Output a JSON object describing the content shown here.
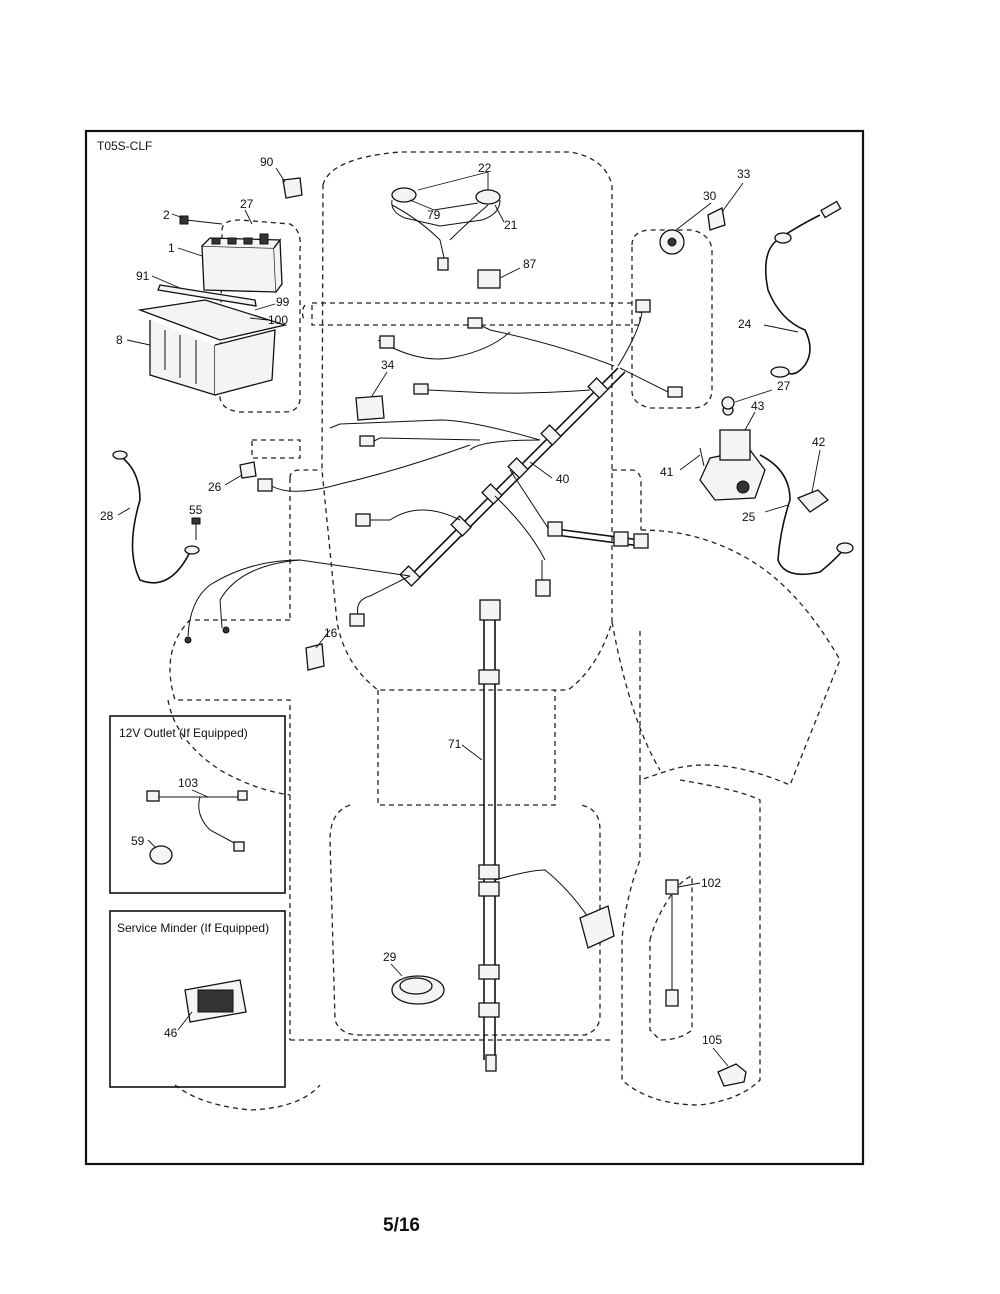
{
  "diagram_code": "T05S-CLF",
  "page_number": "5/16",
  "insets": {
    "outlet_title": "12V Outlet (If Equipped)",
    "service_minder_title": "Service Minder (If Equipped)"
  },
  "parts": {
    "p1": "1",
    "p2": "2",
    "p8": "8",
    "p16": "16",
    "p21": "21",
    "p22": "22",
    "p24": "24",
    "p25": "25",
    "p26": "26",
    "p27a": "27",
    "p27b": "27",
    "p28": "28",
    "p29": "29",
    "p30": "30",
    "p33": "33",
    "p34": "34",
    "p40": "40",
    "p41": "41",
    "p42": "42",
    "p43": "43",
    "p46": "46",
    "p55": "55",
    "p59": "59",
    "p71": "71",
    "p79": "79",
    "p87": "87",
    "p90": "90",
    "p91": "91",
    "p99": "99",
    "p100": "100",
    "p102": "102",
    "p103": "103",
    "p105": "105"
  }
}
